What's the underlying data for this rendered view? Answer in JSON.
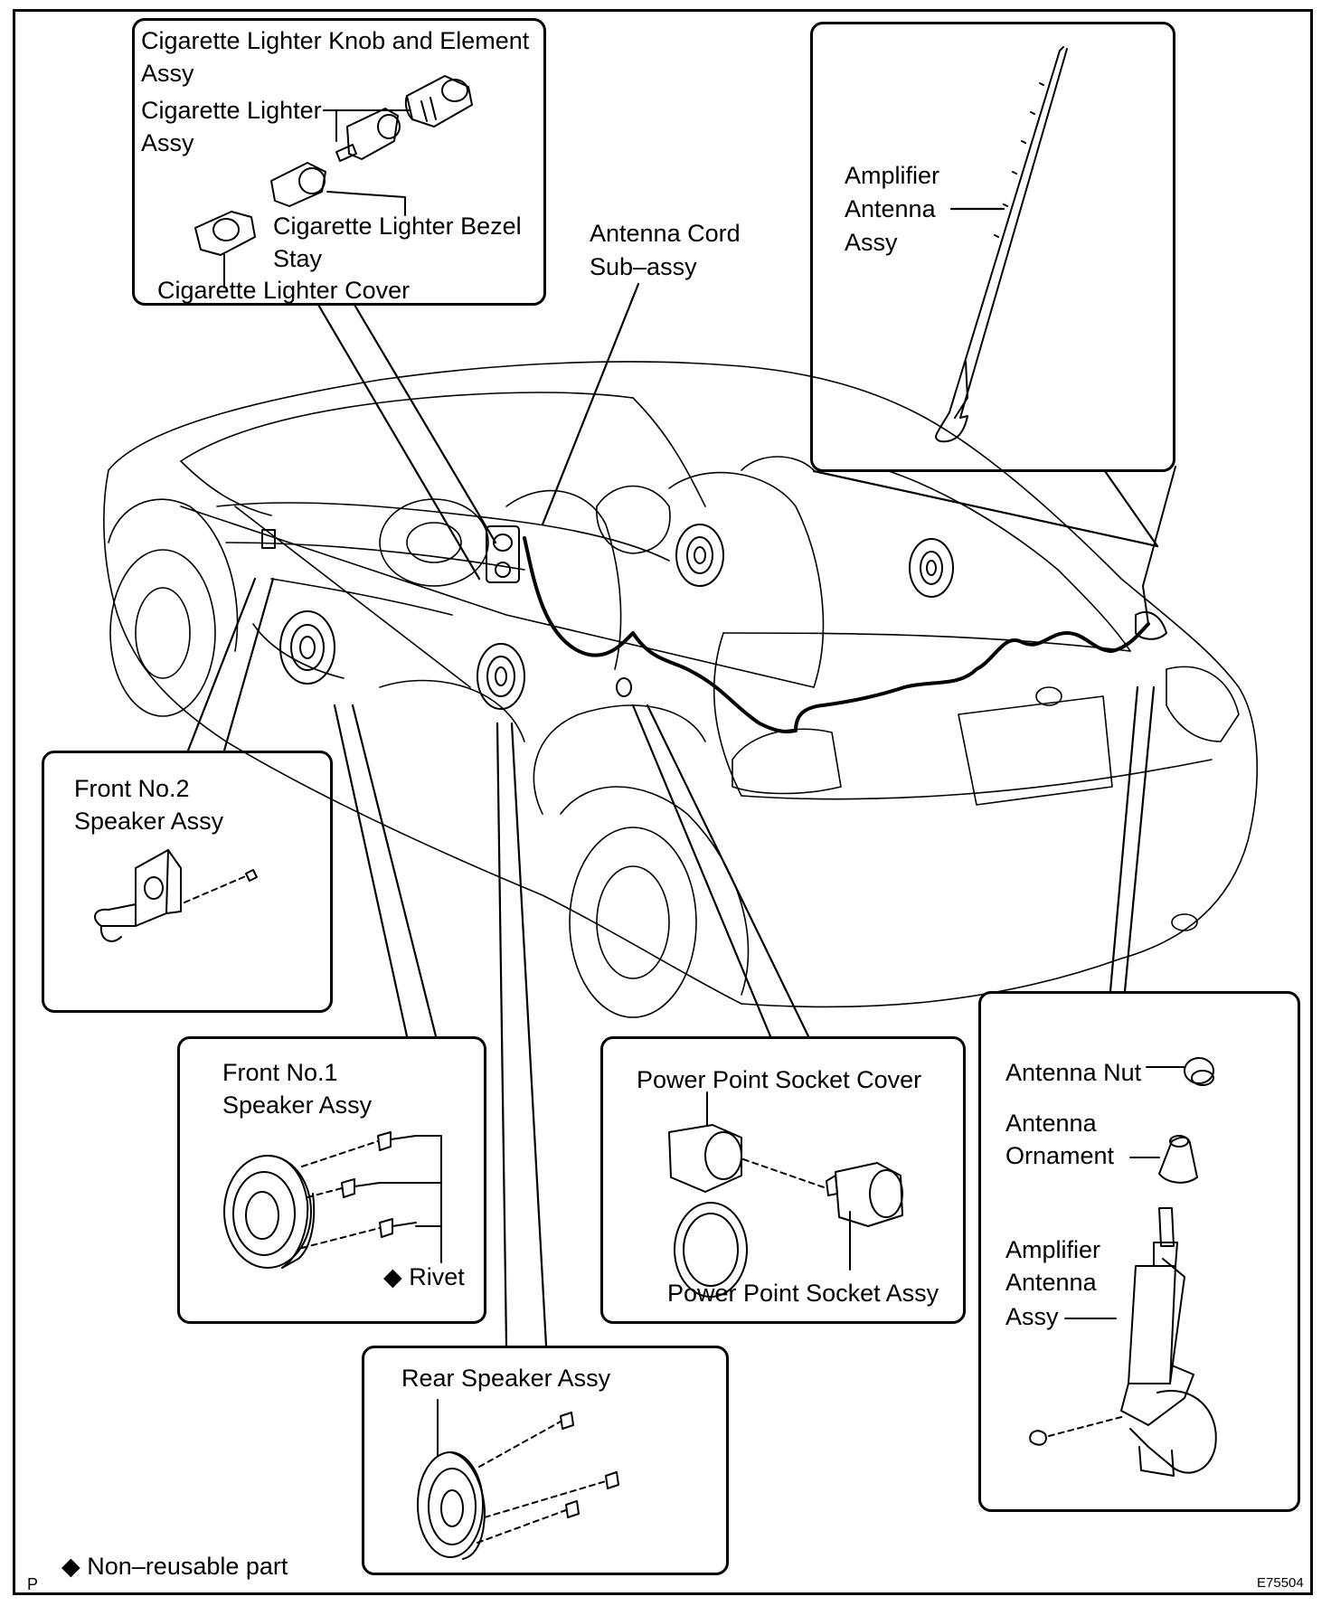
{
  "labels": {
    "cig_knob": "Cigarette Lighter Knob and Element",
    "cig_knob_2": "Assy",
    "cig_lighter": "Cigarette Lighter",
    "cig_lighter_2": "Assy",
    "cig_bezel": "Cigarette Lighter Bezel",
    "cig_bezel_2": "Stay",
    "cig_cover": "Cigarette Lighter Cover",
    "antenna_cord": "Antenna Cord",
    "antenna_cord_2": "Sub–assy",
    "amp_antenna_top": "Amplifier",
    "amp_antenna_top_2": "Antenna",
    "amp_antenna_top_3": "Assy",
    "front2": "Front No.2",
    "front2_2": "Speaker Assy",
    "front1": "Front No.1",
    "front1_2": "Speaker Assy",
    "rivet": "◆ Rivet",
    "power_cover": "Power Point Socket Cover",
    "power_assy": "Power Point Socket Assy",
    "antenna_nut": "Antenna Nut",
    "antenna_ornament": "Antenna",
    "antenna_ornament_2": "Ornament",
    "amp_antenna_bottom": "Amplifier",
    "amp_antenna_bottom_2": "Antenna",
    "amp_antenna_bottom_3": "Assy",
    "rear_speaker": "Rear Speaker Assy",
    "legend": "◆ Non–reusable part",
    "corner_letter": "P",
    "figure_code": "E75504"
  }
}
